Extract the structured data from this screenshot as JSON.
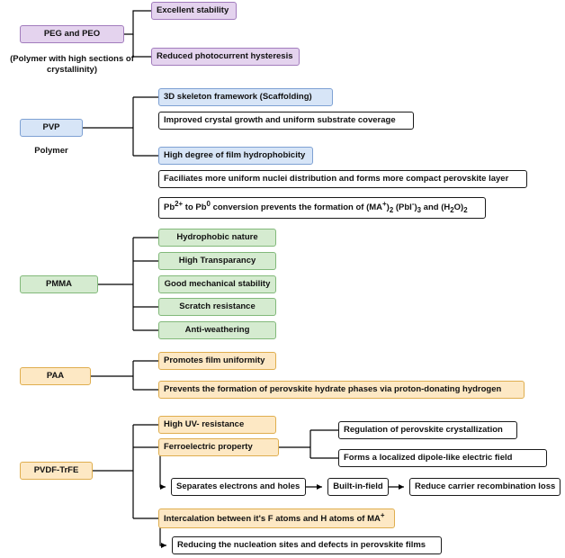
{
  "colors": {
    "purple_fill": "#e4d3ee",
    "purple_border": "#a27cbd",
    "blue_fill": "#d7e5f7",
    "blue_border": "#7ea1d3",
    "green_fill": "#d5ebd0",
    "green_border": "#82b97a",
    "orange_fill": "#fde8c4",
    "orange_border": "#dfae4f",
    "line": "#000000"
  },
  "peg": {
    "title": "PEG and PEO",
    "caption_line1": "(Polymer with high sections of",
    "caption_line2": "crystallinity)",
    "items": [
      "Excellent stability",
      "Reduced photocurrent hysteresis"
    ]
  },
  "pvp": {
    "title": "PVP",
    "caption": "Polymer",
    "items": [
      "3D skeleton framework (Scaffolding)",
      "Improved crystal growth and uniform substrate coverage",
      "High degree of film hydrophobicity",
      "Faciliates more uniform nuclei distribution and forms more compact perovskite layer"
    ],
    "conversion": {
      "t1": "Pb",
      "s1": "2+",
      "t2": " to Pb",
      "s2": "0",
      "t3": " conversion prevents the formation of (MA",
      "s3": "+",
      "t4": ")",
      "b4": "2",
      "t5": " (PbI",
      "s5": "-",
      "t6": ")",
      "b6": "3",
      "t7": " and (H",
      "b7": "2",
      "t8": "O)",
      "b8": "2"
    }
  },
  "pmma": {
    "title": "PMMA",
    "items": [
      "Hydrophobic nature",
      "High Transparancy",
      "Good mechanical stability",
      "Scratch resistance",
      "Anti-weathering"
    ]
  },
  "paa": {
    "title": "PAA",
    "items": [
      "Promotes film uniformity",
      "Prevents the formation of perovskite hydrate phases via proton-donating hydrogen"
    ]
  },
  "pvdf": {
    "title": "PVDF-TrFE",
    "high_uv": "High UV- resistance",
    "ferro": "Ferroelectric property",
    "regulation": "Regulation of perovskite crystallization",
    "dipole": "Forms a localized dipole-like electric field",
    "separates": "Separates electrons and holes",
    "builtin": "Built-in-field",
    "reduce": "Reduce carrier recombination loss",
    "intercalation": "Intercalation between it's F atoms and H atoms of MA",
    "intercalation_sup": "+",
    "reducing": "Reducing the nucleation sites and defects in perovskite films"
  }
}
